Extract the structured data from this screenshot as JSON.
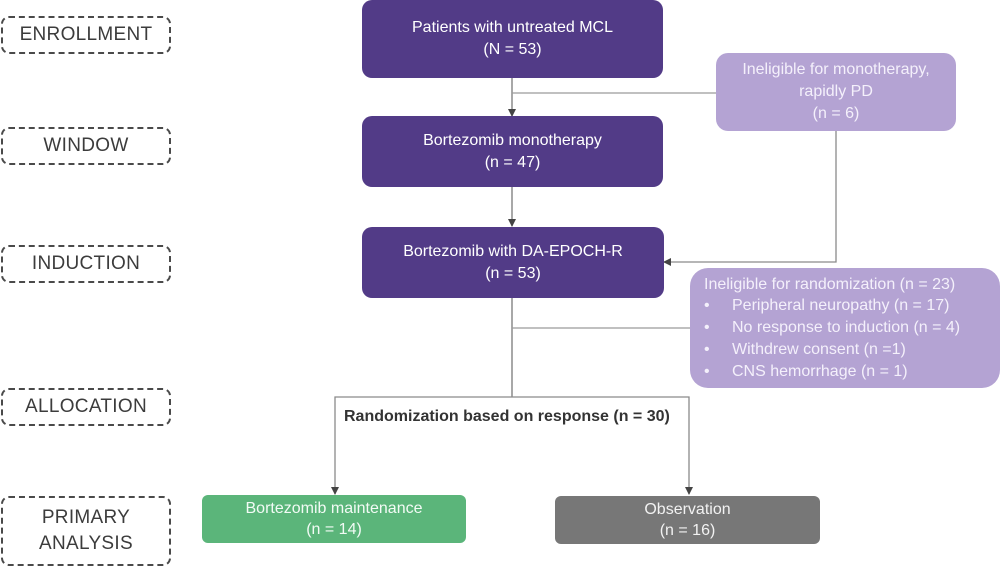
{
  "phases": [
    {
      "label": "ENROLLMENT"
    },
    {
      "label": "WINDOW"
    },
    {
      "label": "INDUCTION"
    },
    {
      "label": "ALLOCATION"
    },
    {
      "label_line1": "PRIMARY",
      "label_line2": "ANALYSIS"
    }
  ],
  "flow": {
    "enrollment": {
      "title": "Patients with untreated MCL",
      "count": "(N = 53)"
    },
    "window": {
      "title": "Bortezomib monotherapy",
      "count": "(n = 47)"
    },
    "induction": {
      "title": "Bortezomib with DA-EPOCH-R",
      "count": "(n = 53)"
    },
    "excluded_mono": {
      "line1": "Ineligible for monotherapy,",
      "line2": "rapidly PD",
      "count": "(n = 6)"
    },
    "excluded_rand": {
      "header": "Ineligible for randomization (n = 23)",
      "bullet": "•",
      "items": [
        "Peripheral neuropathy (n = 17)",
        "No response to induction (n = 4)",
        "Withdrew consent (n =1)",
        "CNS hemorrhage (n = 1)"
      ]
    },
    "randomization_label": "Randomization based on response (n = 30)",
    "arm_maintenance": {
      "title": "Bortezomib maintenance",
      "count": "(n = 14)"
    },
    "arm_observation": {
      "title": "Observation",
      "count": "(n = 16)"
    }
  },
  "colors": {
    "primary": "#523b87",
    "excluded": "#b4a3d3",
    "maintenance": "#5bb57a",
    "observation": "#777777",
    "connector": "#8a8a8a"
  }
}
